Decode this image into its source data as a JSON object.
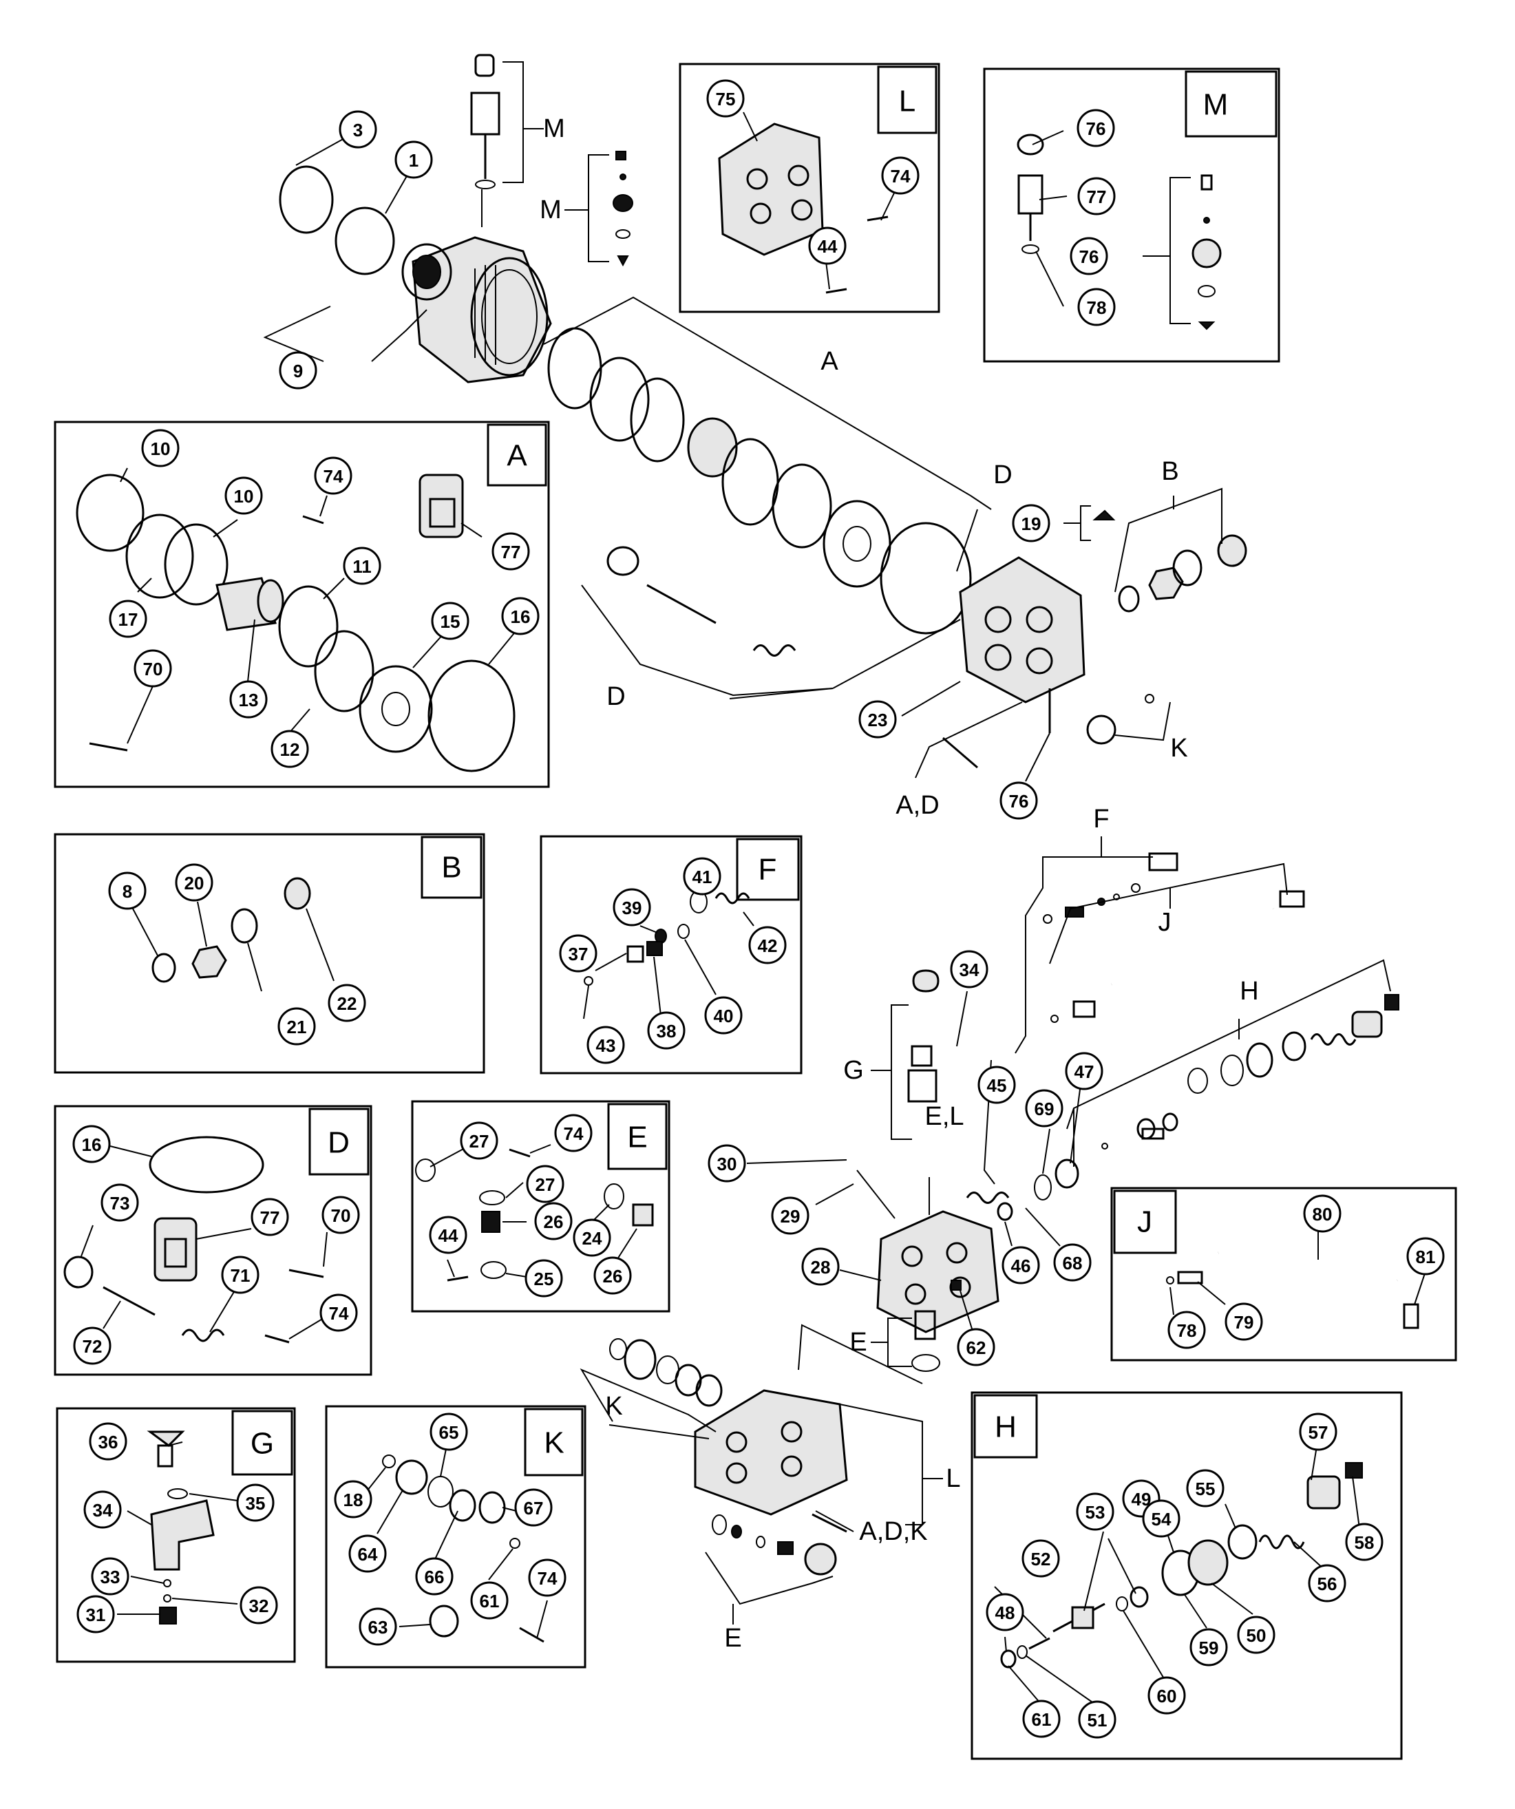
{
  "boxes": {
    "L": {
      "tag": "L"
    },
    "M": {
      "tag": "M"
    },
    "A": {
      "tag": "A"
    },
    "B": {
      "tag": "B"
    },
    "F": {
      "tag": "F"
    },
    "D": {
      "tag": "D"
    },
    "E": {
      "tag": "E"
    },
    "J": {
      "tag": "J"
    },
    "G": {
      "tag": "G"
    },
    "K": {
      "tag": "K"
    },
    "H": {
      "tag": "H"
    }
  },
  "callouts": {
    "main_3": "3",
    "main_1": "1",
    "main_9": "9",
    "main_19": "19",
    "main_23": "23",
    "main_76": "76",
    "main_34": "34",
    "main_45": "45",
    "main_69": "69",
    "main_47": "47",
    "main_30": "30",
    "main_29": "29",
    "main_28": "28",
    "main_46": "46",
    "main_68": "68",
    "main_62": "62",
    "L_75": "75",
    "L_74": "74",
    "L_44": "44",
    "M_76a": "76",
    "M_77": "77",
    "M_76b": "76",
    "M_78": "78",
    "A_10a": "10",
    "A_74": "74",
    "A_77": "77",
    "A_10b": "10",
    "A_17": "17",
    "A_11": "11",
    "A_15": "15",
    "A_16": "16",
    "A_70": "70",
    "A_13": "13",
    "A_12": "12",
    "B_8": "8",
    "B_20": "20",
    "B_21": "21",
    "B_22": "22",
    "F_41": "41",
    "F_39": "39",
    "F_37": "37",
    "F_42": "42",
    "F_40": "40",
    "F_38": "38",
    "F_43": "43",
    "D_16": "16",
    "D_73": "73",
    "D_77": "77",
    "D_70": "70",
    "D_71": "71",
    "D_72": "72",
    "D_74": "74",
    "E_27a": "27",
    "E_74": "74",
    "E_27b": "27",
    "E_44": "44",
    "E_26a": "26",
    "E_24": "24",
    "E_26b": "26",
    "E_25": "25",
    "J_80": "80",
    "J_81": "81",
    "J_78": "78",
    "J_79": "79",
    "G_36": "36",
    "G_35": "35",
    "G_34": "34",
    "G_33": "33",
    "G_32": "32",
    "G_31": "31",
    "K_65": "65",
    "K_18": "18",
    "K_67": "67",
    "K_64": "64",
    "K_66": "66",
    "K_61": "61",
    "K_74": "74",
    "K_63": "63",
    "H_57": "57",
    "H_49": "49",
    "H_55": "55",
    "H_53": "53",
    "H_54": "54",
    "H_58": "58",
    "H_52": "52",
    "H_56": "56",
    "H_48": "48",
    "H_50": "50",
    "H_59": "59",
    "H_60": "60",
    "H_61": "61",
    "H_51": "51"
  },
  "letters": {
    "M1": "M",
    "M2": "M",
    "A": "A",
    "D1": "D",
    "B": "B",
    "D2": "D",
    "K1": "K",
    "AD": "A,D",
    "F": "F",
    "J": "J",
    "H": "H",
    "G": "G",
    "EL": "E,L",
    "E1": "E",
    "K2": "K",
    "L": "L",
    "ADK": "A,D,K",
    "E2": "E"
  }
}
